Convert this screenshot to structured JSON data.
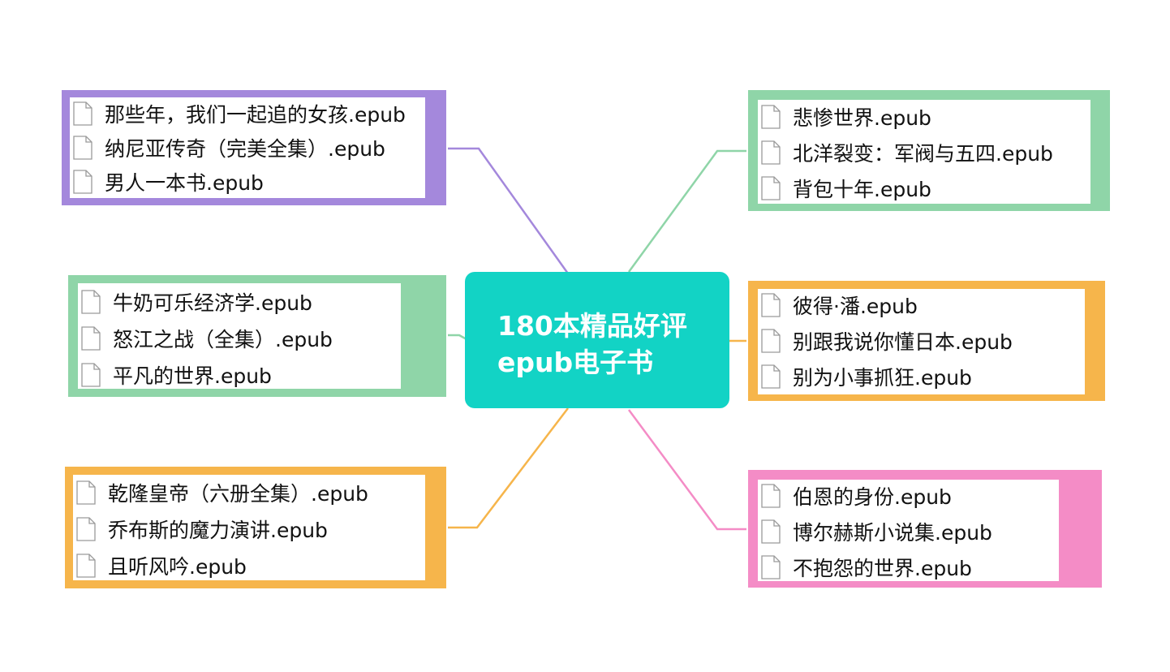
{
  "center": {
    "line1": "180本精品好评",
    "line2": "epub电子书",
    "color": "#12d3c5"
  },
  "branches": [
    {
      "id": "b1",
      "color": "#a488dc",
      "files": [
        {
          "name": "那些年，我们一起追的女孩.epub",
          "icon": "file-icon"
        },
        {
          "name": "纳尼亚传奇（完美全集）.epub",
          "icon": "file-icon"
        },
        {
          "name": "男人一本书.epub",
          "icon": "file-icon"
        }
      ]
    },
    {
      "id": "b2",
      "color": "#8fd5a8",
      "files": [
        {
          "name": "牛奶可乐经济学.epub",
          "icon": "file-icon"
        },
        {
          "name": "怒江之战（全集）.epub",
          "icon": "file-icon"
        },
        {
          "name": "平凡的世界.epub",
          "icon": "file-icon"
        }
      ]
    },
    {
      "id": "b3",
      "color": "#f6b54b",
      "files": [
        {
          "name": "乾隆皇帝（六册全集）.epub",
          "icon": "file-icon"
        },
        {
          "name": "乔布斯的魔力演讲.epub",
          "icon": "file-icon"
        },
        {
          "name": "且听风吟.epub",
          "icon": "file-icon"
        }
      ]
    },
    {
      "id": "b4",
      "color": "#8fd5a8",
      "files": [
        {
          "name": "悲惨世界.epub",
          "icon": "file-icon"
        },
        {
          "name": "北洋裂变：军阀与五四.epub",
          "icon": "file-icon"
        },
        {
          "name": "背包十年.epub",
          "icon": "file-icon"
        }
      ]
    },
    {
      "id": "b5",
      "color": "#f6b54b",
      "files": [
        {
          "name": "彼得·潘.epub",
          "icon": "file-icon"
        },
        {
          "name": "别跟我说你懂日本.epub",
          "icon": "file-icon"
        },
        {
          "name": "别为小事抓狂.epub",
          "icon": "file-icon"
        }
      ]
    },
    {
      "id": "b6",
      "color": "#f48cc6",
      "files": [
        {
          "name": "伯恩的身份.epub",
          "icon": "file-icon"
        },
        {
          "name": "博尔赫斯小说集.epub",
          "icon": "file-icon"
        },
        {
          "name": "不抱怨的世界.epub",
          "icon": "file-icon"
        }
      ]
    }
  ]
}
